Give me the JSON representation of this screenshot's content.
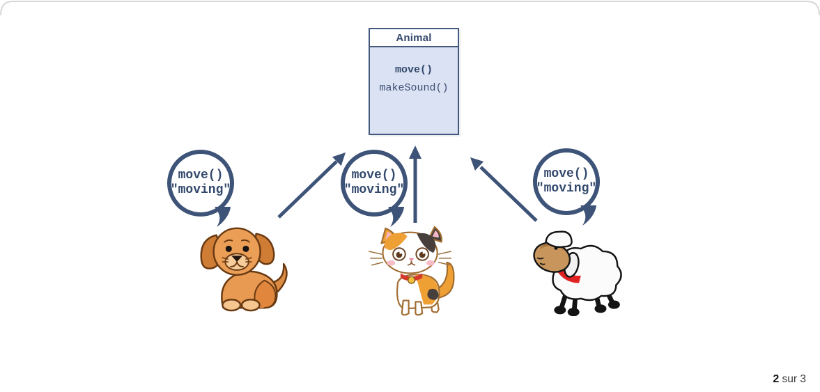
{
  "slide": {
    "counter": {
      "current": "2",
      "suffix": " sur 3"
    }
  },
  "class_box": {
    "title": "Animal",
    "method_move": "move()",
    "method_makesound": "makeSound()"
  },
  "bubbles": [
    {
      "line1": "move()",
      "line2": "\"moving\""
    },
    {
      "line1": "move()",
      "line2": "\"moving\""
    },
    {
      "line1": "move()",
      "line2": "\"moving\""
    }
  ],
  "figures": {
    "left": "dog",
    "middle": "cat",
    "right": "sheep"
  },
  "colors": {
    "accent_blue": "#3d5377",
    "box_border": "#44597e",
    "box_fill": "#dbe2f3",
    "text_navy": "#32486c",
    "page_border": "#d7d7d7"
  }
}
